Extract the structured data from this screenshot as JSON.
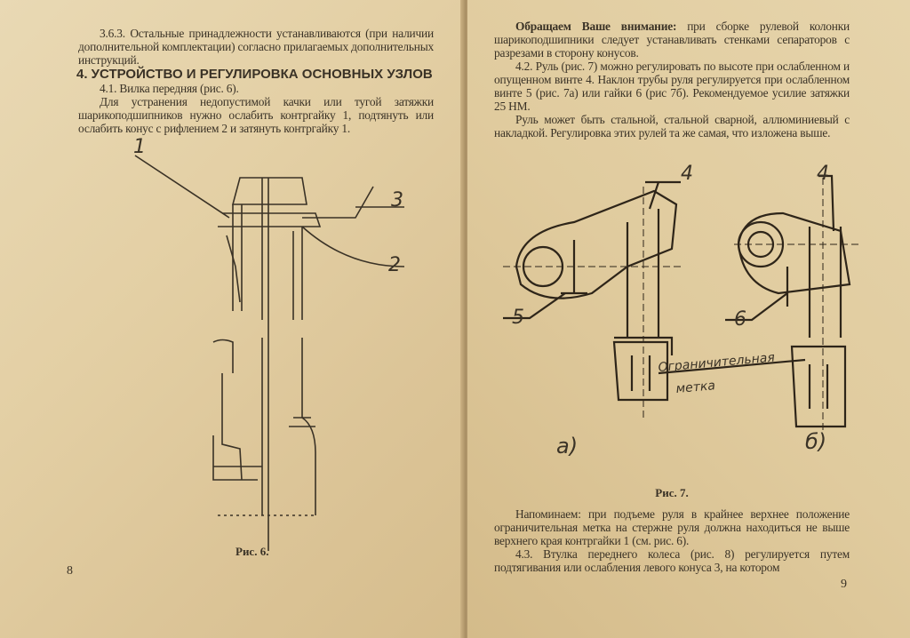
{
  "left_page": {
    "p1": "3.6.3. Остальные принадлежности устанавливаются (при наличии дополнительной комплектации) согласно прилагаемых дополнительных инструкций.",
    "heading": "4. УСТРОЙСТВО И РЕГУЛИРОВКА ОСНОВНЫХ УЗЛОВ",
    "p2": "4.1. Вилка передняя (рис. 6).",
    "p3": "Для устранения недопустимой качки или тугой затяжки шарикоподшипников нужно ослабить контргайку 1, подтянуть или ослабить конус с рифлением 2 и затянуть контргайку 1.",
    "figure_labels": [
      "1",
      "2",
      "3"
    ],
    "caption": "Рис. 6.",
    "page_number": "8"
  },
  "right_page": {
    "p1_bold": "Обращаем Ваше внимание:",
    "p1": " при сборке рулевой колонки шарикоподшипники следует устанавливать стенками сепараторов с разрезами в сторону конусов.",
    "p2": "4.2. Руль (рис. 7) можно регулировать по высоте при ослабленном и опущенном винте 4. Наклон трубы руля регулируется при ослабленном винте 5 (рис. 7а) или гайки 6 (рис 7б). Рекомендуемое усилие затяжки 25 НМ.",
    "p3": "Руль может быть стальной, стальной сварной, аллюминиевый с накладкой. Регулировка этих рулей та же самая, что изложена выше.",
    "figure_labels": {
      "a4": "4",
      "a5": "5",
      "b4": "4",
      "b6": "6",
      "mark1": "Ограничительная",
      "mark2": "метка",
      "a": "а)",
      "b": "б)"
    },
    "caption": "Рис. 7.",
    "p4": "Напоминаем: при подъеме руля в крайнее верхнее положение ограничительная метка на стержне руля должна находиться не выше верхнего края контргайки 1 (см. рис. 6).",
    "p5": "4.3. Втулка переднего колеса (рис. 8) регулируется путем подтягивания или ослабления левого конуса 3, на котором",
    "page_number": "9"
  }
}
